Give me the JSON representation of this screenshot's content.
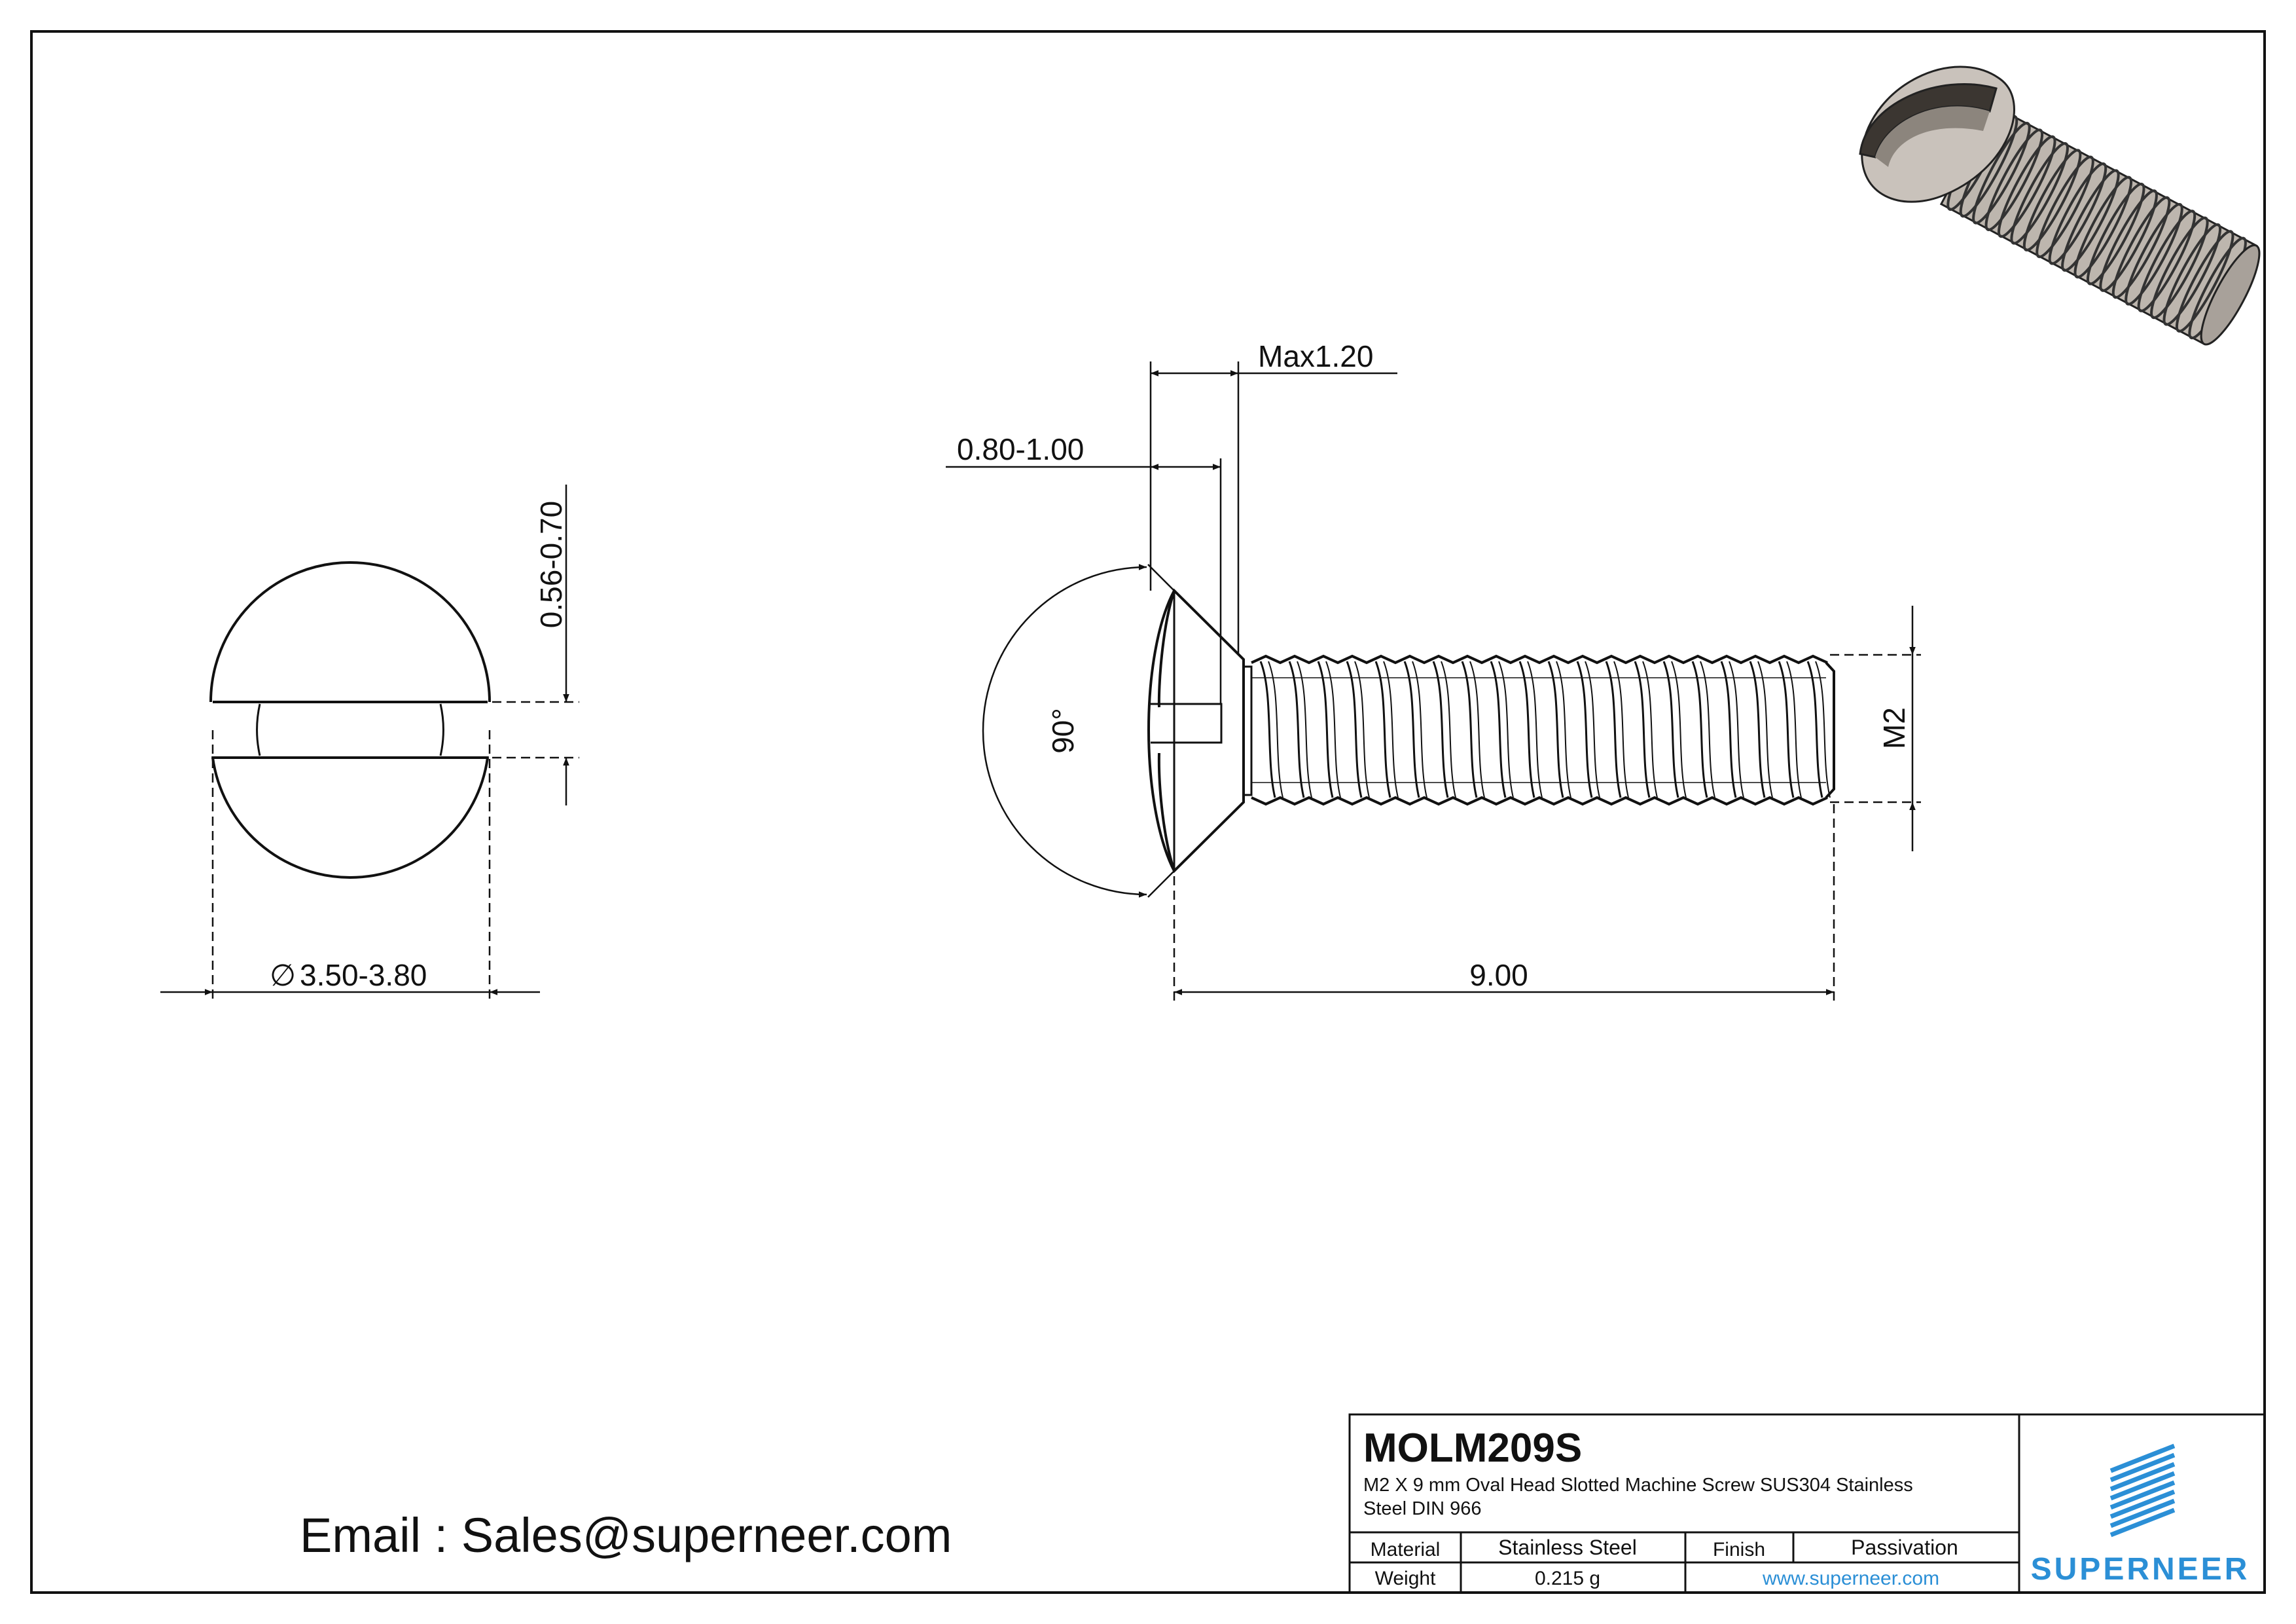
{
  "drawing": {
    "dimensions": {
      "max_head_height": "Max1.20",
      "slot_depth": "0.80-1.00",
      "slot_width": "0.56-0.70",
      "head_angle": "90°",
      "head_diameter_symbol": "∅",
      "head_diameter": "3.50-3.80",
      "length": "9.00",
      "thread": "M2"
    }
  },
  "title_block": {
    "part_number": "MOLM209S",
    "description_line1": "M2 X 9 mm  Oval Head Slotted Machine Screw SUS304 Stainless",
    "description_line2": "Steel DIN 966",
    "material_label": "Material",
    "material_value": "Stainless Steel",
    "finish_label": "Finish",
    "finish_value": "Passivation",
    "weight_label": "Weight",
    "weight_value": "0.215 g",
    "website": "www.superneer.com"
  },
  "brand": {
    "name": "SUPERNEER",
    "color": "#2b8fd6"
  },
  "contact": {
    "email_line": "Email : Sales@superneer.com"
  }
}
